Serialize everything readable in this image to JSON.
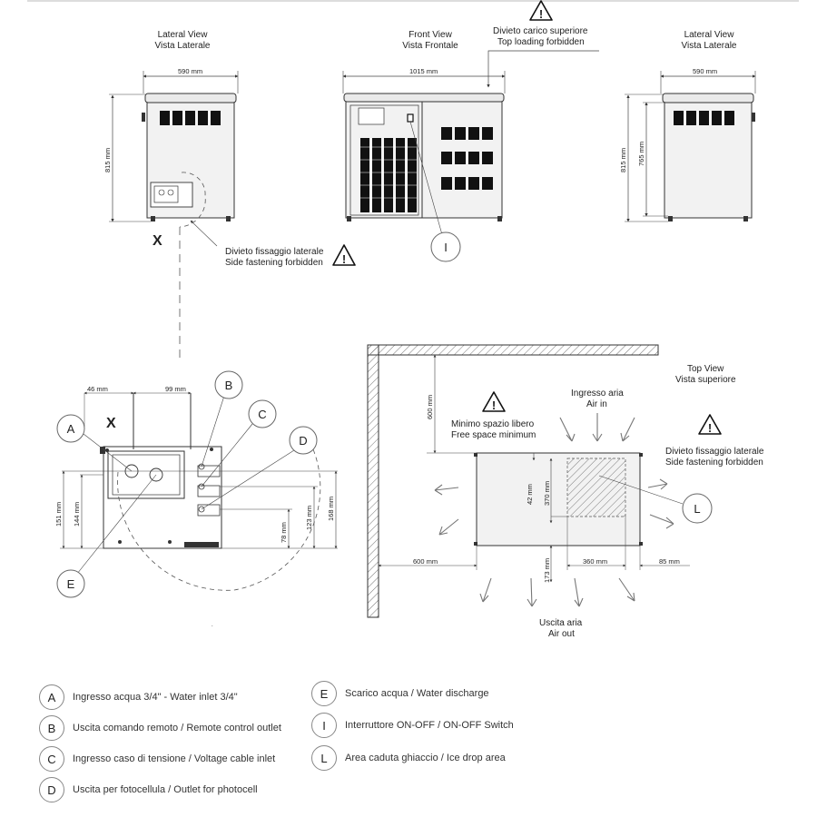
{
  "views": {
    "lateral_left": {
      "title_en": "Lateral View",
      "title_it": "Vista Laterale",
      "width": "590  mm",
      "height": "815  mm"
    },
    "front": {
      "title_en": "Front View",
      "title_it": "Vista Frontale",
      "width": "1015  mm"
    },
    "lateral_right": {
      "title_en": "Lateral View",
      "title_it": "Vista Laterale",
      "width": "590  mm",
      "height_total": "815  mm",
      "height_inner": "765  mm"
    },
    "top": {
      "title_en": "Top View",
      "title_it": "Vista superiore"
    }
  },
  "notes": {
    "top_loading_it": "Divieto carico superiore",
    "top_loading_en": "Top loading forbidden",
    "side_fastening_it": "Divieto fissaggio laterale",
    "side_fastening_en": "Side fastening forbidden",
    "side_fastening2_it": "Divieto fissaggio laterale",
    "side_fastening2_en": "Side fastening forbidden",
    "min_space_it": "Minimo spazio libero",
    "min_space_en": "Free space minimum",
    "air_in_it": "Ingresso aria",
    "air_in_en": "Air in",
    "air_out_it": "Uscita aria",
    "air_out_en": "Air out",
    "x_mark": "X"
  },
  "rear_dims": {
    "d46": "46  mm",
    "d99": "99  mm",
    "d151": "151  mm",
    "d144": "144  mm",
    "d123": "123  mm",
    "d168": "168  mm",
    "d78": "78  mm"
  },
  "top_dims": {
    "d600_top": "600  mm",
    "d600_side": "600  mm",
    "d42": "42  mm",
    "d370": "370  mm",
    "d173": "173  mm",
    "d360": "360  mm",
    "d85": "85  mm"
  },
  "callouts": [
    "A",
    "B",
    "C",
    "D",
    "E",
    "I",
    "L"
  ],
  "legend": [
    {
      "letter": "A",
      "text": "Ingresso acqua 3/4\" - Water inlet 3/4\""
    },
    {
      "letter": "B",
      "text": "Uscita comando remoto / Remote control outlet"
    },
    {
      "letter": "C",
      "text": "Ingresso caso di tensione  / Voltage  cable inlet"
    },
    {
      "letter": "D",
      "text": "Uscita per fotocellula  / Outlet for photocell"
    },
    {
      "letter": "E",
      "text": "Scarico acqua  / Water discharge"
    },
    {
      "letter": "I",
      "text": "Interruttore ON-OFF / ON-OFF Switch"
    },
    {
      "letter": "L",
      "text": "Area caduta ghiaccio / Ice drop area"
    }
  ],
  "colors": {
    "line": "#333333",
    "dim_line": "#444444",
    "hatch": "#777777",
    "fill_body": "#f2f2f2",
    "vent": "#111111"
  }
}
